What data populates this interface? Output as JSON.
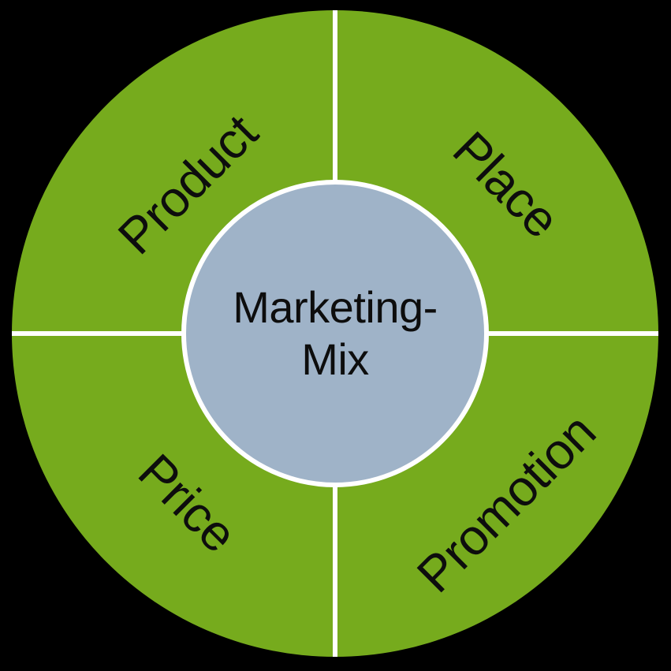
{
  "diagram": {
    "title": "Marketing-Mix",
    "background_color": "#000000",
    "ring_color": "#76AB1D",
    "divider_color": "#FFFFFF",
    "text_color": "#0D0D0D",
    "center": {
      "fill_color": "#9FB3C8",
      "border_color": "#FFFFFF",
      "lines": [
        "Marketing-",
        "Mix"
      ]
    },
    "quadrants": [
      {
        "label": "Product",
        "position": "top-left",
        "rotation_deg": -45
      },
      {
        "label": "Place",
        "position": "top-right",
        "rotation_deg": 45
      },
      {
        "label": "Price",
        "position": "bottom-left",
        "rotation_deg": 45
      },
      {
        "label": "Promotion",
        "position": "bottom-right",
        "rotation_deg": -45
      }
    ]
  }
}
